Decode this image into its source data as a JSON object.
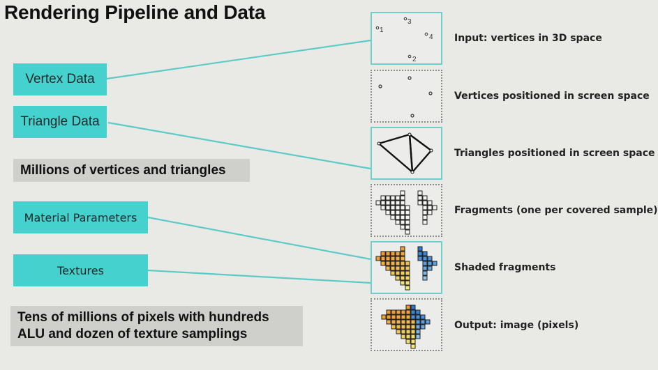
{
  "title": "Rendering Pipeline and Data",
  "inputs": {
    "vertex_data": "Vertex Data",
    "triangle_data": "Triangle Data",
    "material_parameters": "Material Parameters",
    "textures": "Textures"
  },
  "notes": {
    "geometry_scale": "Millions of vertices and triangles",
    "pixel_scale_line1": "Tens of millions of pixels with hundreds",
    "pixel_scale_line2": "ALU and dozen of texture samplings"
  },
  "stages": [
    {
      "label": "Input: vertices in 3D space",
      "vertex_numbers": [
        "1",
        "2",
        "3",
        "4"
      ]
    },
    {
      "label": "Vertices positioned in screen space"
    },
    {
      "label": "Triangles positioned in screen space"
    },
    {
      "label": "Fragments (one per covered sample)"
    },
    {
      "label": "Shaded fragments"
    },
    {
      "label": "Output: image (pixels)"
    }
  ],
  "colors": {
    "accent_teal": "#45d2cf",
    "connector": "#5ccbc6",
    "note_bg": "#cfcfcc",
    "warm_shade": "#f0a030",
    "cool_shade": "#2a7fd0"
  }
}
